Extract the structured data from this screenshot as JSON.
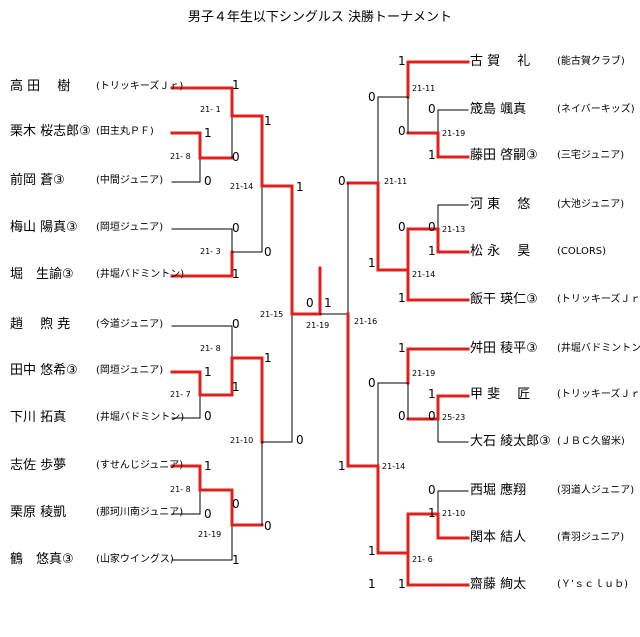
{
  "title": "男子４年生以下シングルス 決勝トーナメント",
  "colors": {
    "winner_line": "#e0201c",
    "line": "#000000"
  },
  "players": [
    {
      "name": "高 田　 樹",
      "club": "(トリッキーズＪｒ)"
    },
    {
      "name": "栗木 桜志郎③",
      "club": "(田主丸ＰＦ)"
    },
    {
      "name": "前岡 蒼③",
      "club": "(中間ジュニア)"
    },
    {
      "name": "梅山 陽真③",
      "club": "(岡垣ジュニア)"
    },
    {
      "name": "堀　生諭③",
      "club": "(井堀バドミントン)"
    },
    {
      "name": "趙　 煦 尭",
      "club": "(今道ジュニア)"
    },
    {
      "name": "田中 悠希③",
      "club": "(岡垣ジュニア)"
    },
    {
      "name": "下川 拓真",
      "club": "(井堀バドミントン)"
    },
    {
      "name": "志佐 歩夢",
      "club": "(すせんじジュニア)"
    },
    {
      "name": "栗原 稜凱",
      "club": "(那珂川南ジュニア)"
    },
    {
      "name": "鶴　悠真③",
      "club": "(山家ウイングス)"
    },
    {
      "name": "古 賀　 礼",
      "club": "(能古賀クラブ)"
    },
    {
      "name": "筬島 颯真",
      "club": "(ネイバーキッズ)"
    },
    {
      "name": "藤田 啓嗣③",
      "club": "(三宅ジュニア)"
    },
    {
      "name": "河 東　 悠",
      "club": "(大池ジュニア)"
    },
    {
      "name": "松 永　 昊",
      "club": "(COLORS)"
    },
    {
      "name": "飯干 瑛仁③",
      "club": "(トリッキーズＪｒ)"
    },
    {
      "name": "舛田 稜平③",
      "club": "(井堀バドミントン)"
    },
    {
      "name": "甲 斐　 匠",
      "club": "(トリッキーズＪｒ)"
    },
    {
      "name": "大石 綾太郎③",
      "club": "(ＪＢＣ久留米)"
    },
    {
      "name": "西堀 應翔",
      "club": "(羽道人ジュニア)"
    },
    {
      "name": "関本 結人",
      "club": "(青羽ジュニア)"
    },
    {
      "name": "齋藤 絢太",
      "club": "(Ｙ’ｓｃｌｕｂ)"
    }
  ],
  "match_scores": [
    {
      "label": "栗木 vs 前岡",
      "score": "21- 8",
      "result_top": "1",
      "result_bottom": "0"
    },
    {
      "label": "高田 vs 栗木",
      "score": "21- 1",
      "result_top": "1",
      "result_bottom": "0"
    },
    {
      "label": "梅山 vs 堀",
      "score": "21- 3",
      "result_top": "0",
      "result_bottom": "1"
    },
    {
      "label": "高田 vs 堀",
      "score": "21-14",
      "result_top": "1",
      "result_bottom": "0"
    },
    {
      "label": "田中 vs 下川",
      "score": "21- 7",
      "result_top": "1",
      "result_bottom": "0"
    },
    {
      "label": "趙 vs 田中",
      "score": "21- 8",
      "result_top": "0",
      "result_bottom": "1"
    },
    {
      "label": "志佐 vs 栗原",
      "score": "21- 8",
      "result_top": "1",
      "result_bottom": "0"
    },
    {
      "label": "志佐 vs 鶴",
      "score": "21-19",
      "result_top": "0",
      "result_bottom": "1"
    },
    {
      "label": "田中 vs 志佐",
      "score": "21-10",
      "result_top": "1",
      "result_bottom": "0"
    },
    {
      "label": "高田 vs 田中",
      "score": "21-15",
      "result_top": "1",
      "result_bottom": "0"
    },
    {
      "label": "筬島 vs 藤田",
      "score": "21-19",
      "result_top": "0",
      "result_bottom": "1"
    },
    {
      "label": "古賀 vs 藤田",
      "score": "21-11",
      "result_top": "1",
      "result_bottom": "0"
    },
    {
      "label": "河東 vs 松永",
      "score": "21-13",
      "result_top": "0",
      "result_bottom": "1"
    },
    {
      "label": "松永 vs 飯干",
      "score": "21-14",
      "result_top": "0",
      "result_bottom": "1"
    },
    {
      "label": "古賀 vs 飯干",
      "score": "21-11",
      "result_top": "0",
      "result_bottom": "1"
    },
    {
      "label": "甲斐 vs 大石",
      "score": "25-23",
      "result_top": "1",
      "result_bottom": "0"
    },
    {
      "label": "舛田 vs 甲斐",
      "score": "21-19",
      "result_top": "1",
      "result_bottom": "0"
    },
    {
      "label": "関本 vs 齋藤",
      "score": "21- 6",
      "result_top": "1",
      "result_bottom": "1"
    },
    {
      "label": "西堀 vs 関本",
      "score": "21-10",
      "result_top": "0",
      "result_bottom": "1"
    },
    {
      "label": "舛田 vs 齋藤",
      "score": "21-14",
      "result_top": "0",
      "result_bottom": "1"
    },
    {
      "label": "飯干 vs 齋藤",
      "score": "21-16",
      "result_top": "0",
      "result_bottom": "1"
    },
    {
      "label": "final",
      "score": "21-19",
      "result_top": "0",
      "result_bottom": "1"
    }
  ]
}
